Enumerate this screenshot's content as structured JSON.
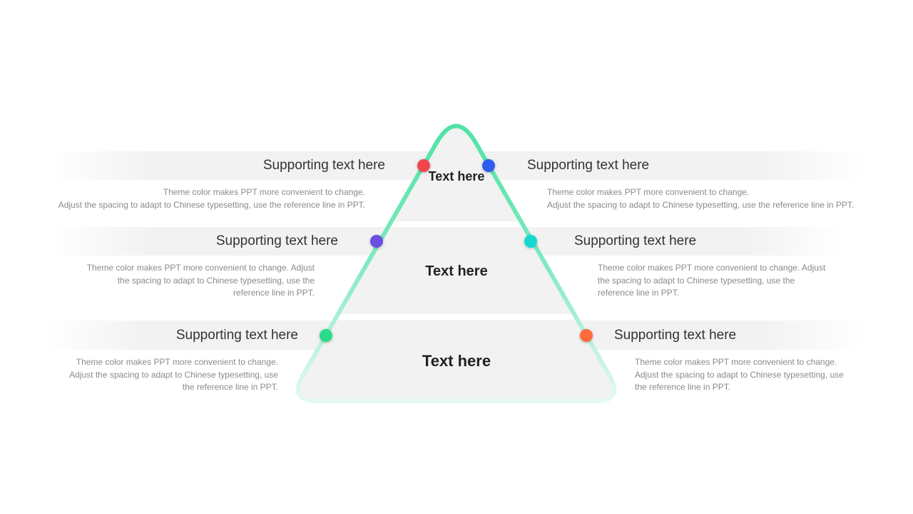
{
  "tiers": [
    {
      "center": "Text here",
      "left": {
        "heading": "Supporting text here",
        "body": "Theme  color makes PPT more convenient to change.\nAdjust the spacing to adapt to Chinese typesetting, use the reference line in PPT.",
        "dot_color": "#f0474f"
      },
      "right": {
        "heading": "Supporting text here",
        "body": "Theme  color makes PPT more convenient to change.\nAdjust the spacing to adapt to Chinese typesetting, use the reference line in PPT.",
        "dot_color": "#2f5bf0"
      }
    },
    {
      "center": "Text here",
      "left": {
        "heading": "Supporting text here",
        "body": "Theme  color makes PPT more convenient to change. Adjust the spacing to adapt to Chinese typesetting, use the reference line in PPT.",
        "dot_color": "#6b4fe0"
      },
      "right": {
        "heading": "Supporting text here",
        "body": "Theme  color makes PPT more convenient to change. Adjust the spacing to adapt to Chinese typesetting, use the reference line in PPT.",
        "dot_color": "#12d8d0"
      }
    },
    {
      "center": "Text here",
      "left": {
        "heading": "Supporting text here",
        "body": "Theme  color makes PPT more convenient to change. Adjust the spacing to adapt to Chinese typesetting, use the reference line in PPT.",
        "dot_color": "#2bdc8a"
      },
      "right": {
        "heading": "Supporting text here",
        "body": "Theme  color makes PPT more convenient to change. Adjust the spacing to adapt to Chinese typesetting, use the reference line in PPT.",
        "dot_color": "#ff6a3a"
      }
    }
  ],
  "colors": {
    "outline": "#4fe3a6",
    "fill": "#f2f2f2"
  }
}
